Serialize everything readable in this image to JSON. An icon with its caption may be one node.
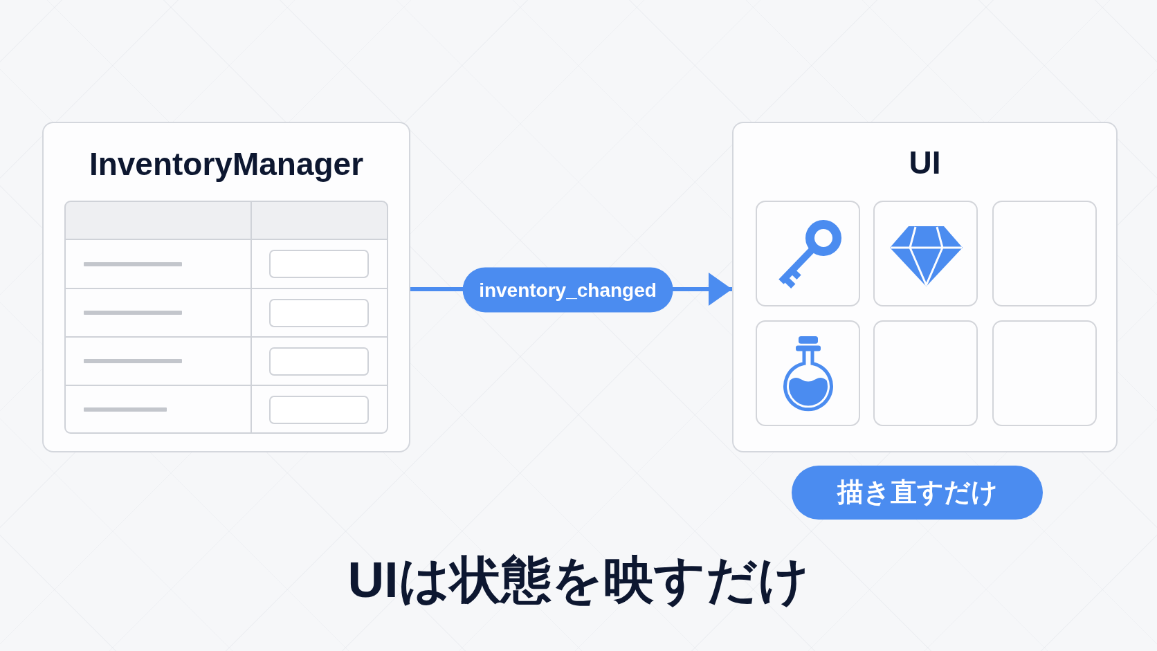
{
  "diagram": {
    "caption": "UIは状態を映すだけ",
    "nodes": [
      {
        "text": [
          "InventoryManager"
        ]
      },
      {
        "text": [
          "UI"
        ]
      },
      {
        "text": [],
        "shape": "box",
        "in": 1
      },
      {
        "text": [],
        "shape": "box",
        "in": 1
      },
      {
        "text": [],
        "shape": "box",
        "in": 1
      },
      {
        "text": [],
        "shape": "box",
        "in": 1
      },
      {
        "text": [],
        "shape": "box",
        "in": 1
      },
      {
        "text": [],
        "shape": "box",
        "in": 1
      },
      {
        "text": [
          "描き直すだけ"
        ]
      }
    ],
    "edges": [
      {
        "from": 0,
        "to": 1,
        "arrow": "to",
        "label": "inventory_changed"
      }
    ]
  }
}
